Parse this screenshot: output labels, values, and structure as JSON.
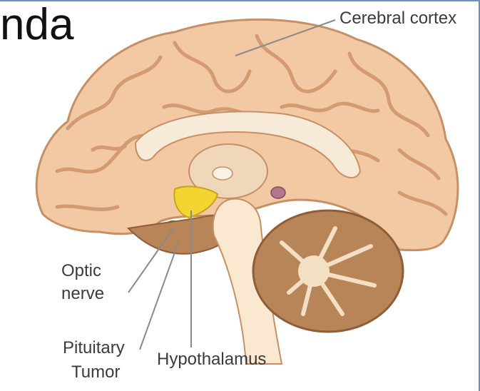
{
  "slide_text_fragment": "nda",
  "labels": {
    "cerebral_cortex": "Cerebral cortex",
    "optic_nerve_line1": "Optic",
    "optic_nerve_line2": "nerve",
    "pituitary_line1": "Pituitary",
    "pituitary_line2": "Tumor",
    "hypothalamus": "Hypothalamus"
  },
  "colors": {
    "cortex": "#f2c9a2",
    "cortex_fold": "#d9a37c",
    "corpus_callosum": "#f8ead8",
    "hypothalamus": "#f3d531",
    "tumor": "#c85a7a",
    "brainstem": "#fbe8d0",
    "cerebellum": "#b88559",
    "thalamus": "#f1d7b9"
  }
}
